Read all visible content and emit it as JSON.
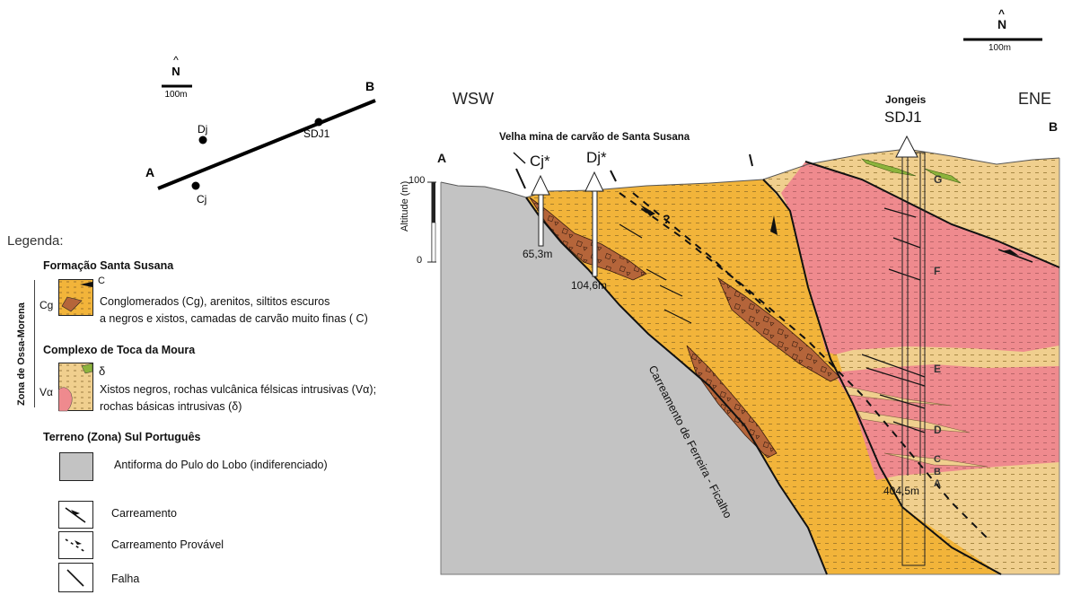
{
  "map": {
    "north_label": "N",
    "scale_label": "100m",
    "endpoint_a": "A",
    "endpoint_b": "B",
    "points": [
      "Dj",
      "Cj",
      "SDJ1"
    ]
  },
  "legend": {
    "title": "Legenda:",
    "zone_label": "Zona de Ossa-Morena",
    "group1": {
      "heading": "Formação Santa Susana",
      "swatch_label": "Cg",
      "swatch_mark": "C",
      "text_line1": "Conglomerados (Cg), arenitos, siltitos escuros",
      "text_line2": "a negros e xistos, camadas de carvão muito finas ( C)"
    },
    "group2": {
      "heading": "Complexo de Toca da Moura",
      "swatch_label": "Vα",
      "swatch_mark": "δ",
      "text_line1": "Xistos negros, rochas vulcânica félsicas intrusivas  (Vα);",
      "text_line2": "rochas básicas intrusivas (δ)"
    },
    "group3": {
      "heading": "Terreno (Zona) Sul Português",
      "text": "Antiforma do Pulo do Lobo (indiferenciado)"
    },
    "symbols": [
      "Carreamento",
      "Carreamento Provável",
      "Falha"
    ]
  },
  "section": {
    "left_dir": "WSW",
    "right_dir": "ENE",
    "left_end": "A",
    "right_end": "B",
    "north_label": "N",
    "scale_label": "100m",
    "altitude_label": "Altitude (m)",
    "altitude_ticks": [
      "100",
      "0"
    ],
    "mine_label": "Velha mina de carvão de Santa Susana",
    "holes": [
      {
        "name": "Cj*",
        "depth": "65,3m"
      },
      {
        "name": "Dj*",
        "depth": "104,6m"
      },
      {
        "name": "SDJ1",
        "depth": "404,5m",
        "site": "Jongeis"
      }
    ],
    "question_mark": "?",
    "fault_label": "Carreamento de Ferreira - Ficalho",
    "units": [
      "G",
      "F",
      "E",
      "D",
      "C",
      "B",
      "A"
    ]
  },
  "colors": {
    "conglomerate": "#f2b43a",
    "dark_layer": "#b5653a",
    "schist_pink": "#ef8a8e",
    "tan": "#f0cf8e",
    "basic_green": "#8cb33c",
    "pulo_grey": "#c3c3c3"
  }
}
